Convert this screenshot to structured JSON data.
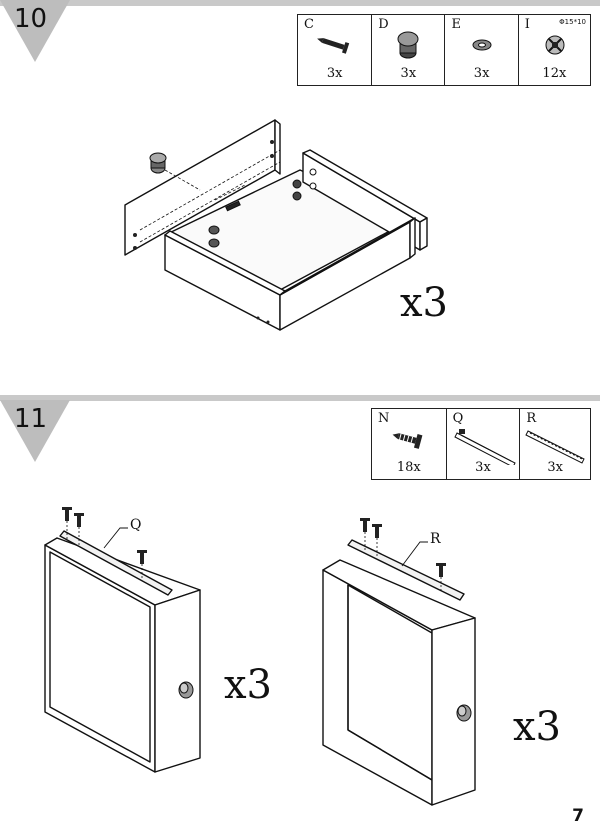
{
  "steps": [
    {
      "number": "10",
      "parts": [
        {
          "letter": "C",
          "qty": "3x",
          "icon": "screw-icon"
        },
        {
          "letter": "D",
          "qty": "3x",
          "icon": "knob-icon"
        },
        {
          "letter": "E",
          "qty": "3x",
          "icon": "washer-icon"
        },
        {
          "letter": "I",
          "qty": "12x",
          "icon": "cam-lock-icon",
          "note": "Φ15*10"
        }
      ],
      "multiplier": "x3"
    },
    {
      "number": "11",
      "parts": [
        {
          "letter": "N",
          "qty": "18x",
          "icon": "screw-icon"
        },
        {
          "letter": "Q",
          "qty": "3x",
          "icon": "drawer-rail-icon"
        },
        {
          "letter": "R",
          "qty": "3x",
          "icon": "cabinet-rail-icon"
        }
      ],
      "callouts": [
        "Q",
        "R"
      ],
      "multiplier_left": "x3",
      "multiplier_right": "x3"
    }
  ],
  "page_number": "7"
}
